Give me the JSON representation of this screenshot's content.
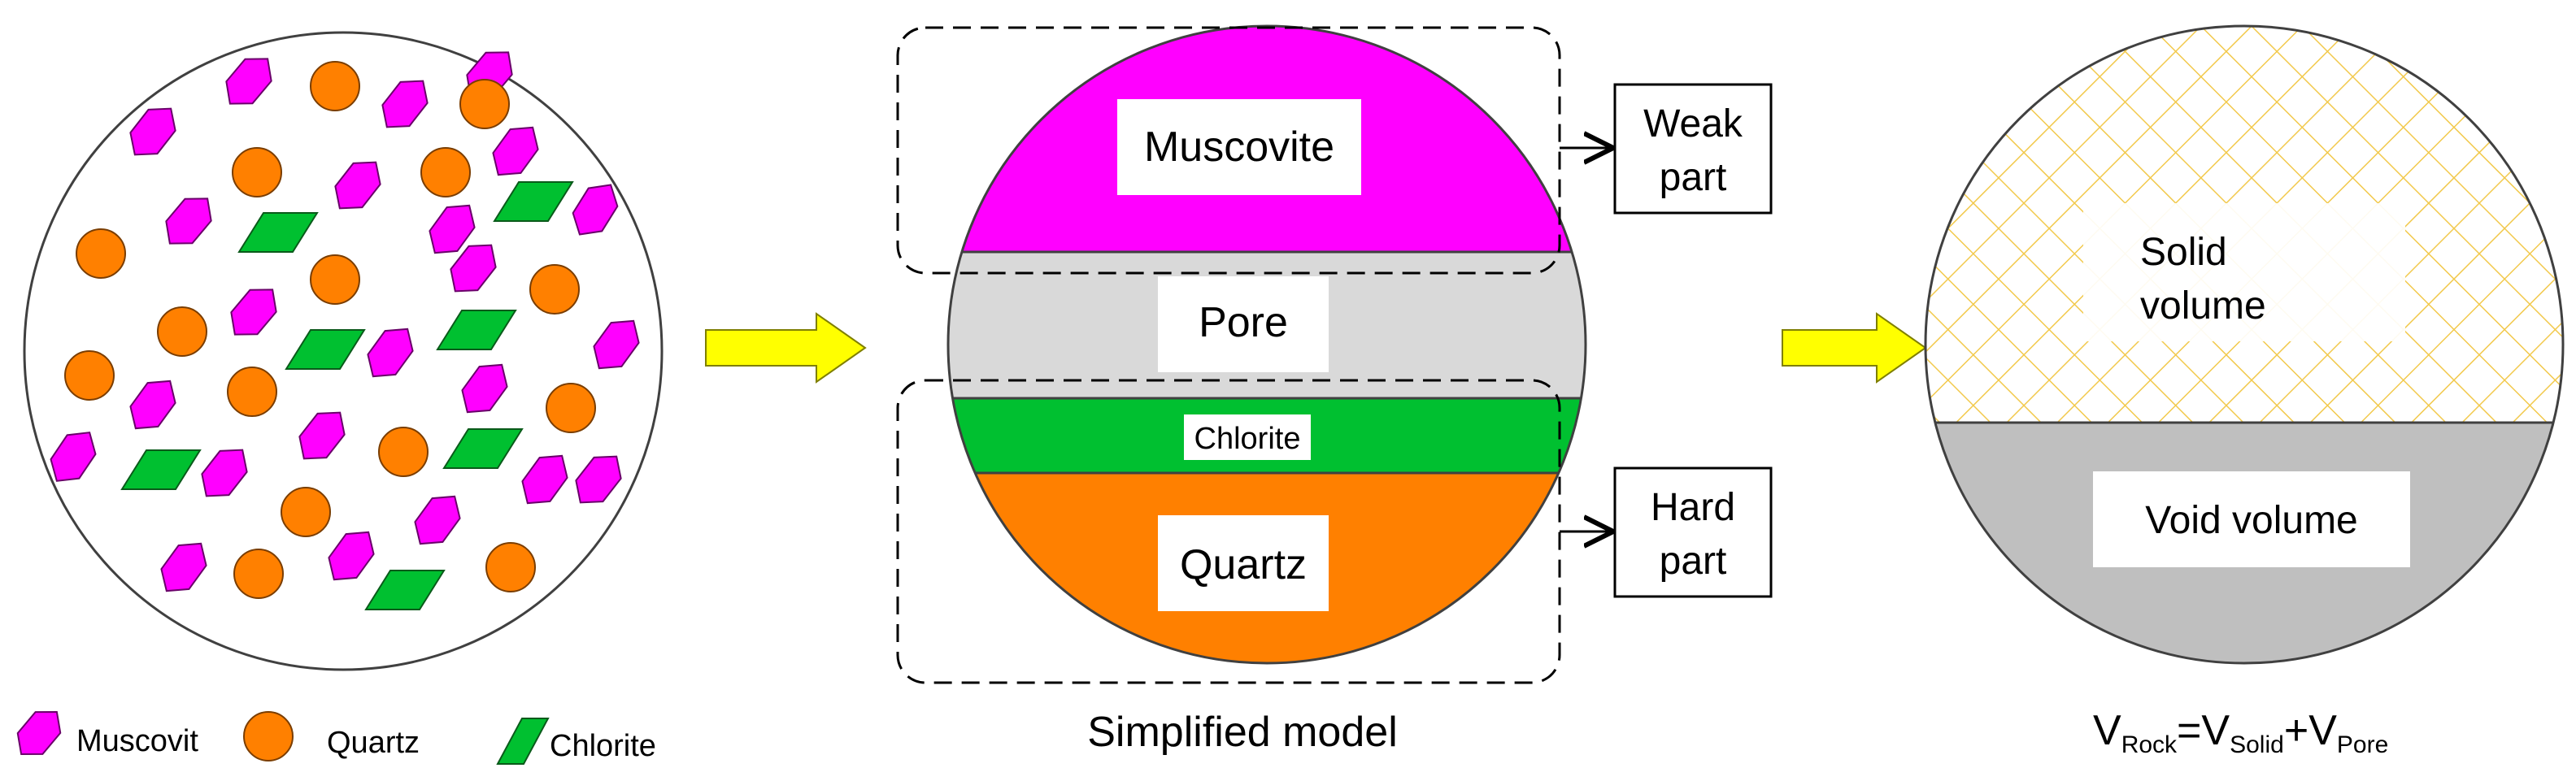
{
  "colors": {
    "muscovite": "#ff00ff",
    "quartz": "#ff8000",
    "chlorite": "#00c030",
    "pore": "#d9d9d9",
    "void": "#bfbfbf",
    "solid_hatch": "#f2c94c",
    "arrow": "#ffff00"
  },
  "legend": {
    "muscovite": "Muscovit",
    "quartz": "Quartz",
    "chlorite": "Chlorite"
  },
  "model": {
    "muscovite": "Muscovite",
    "pore": "Pore",
    "chlorite": "Chlorite",
    "quartz": "Quartz",
    "caption": "Simplified model",
    "weak_line1": "Weak",
    "weak_line2": "part",
    "hard_line1": "Hard",
    "hard_line2": "part"
  },
  "volume": {
    "solid_line1": "Solid",
    "solid_line2": "volume",
    "void": "Void volume",
    "formula": {
      "v1": "V",
      "sub1": "Rock",
      "eq": "=V",
      "sub2": "Solid",
      "plus": "+V",
      "sub3": "Pore"
    }
  }
}
